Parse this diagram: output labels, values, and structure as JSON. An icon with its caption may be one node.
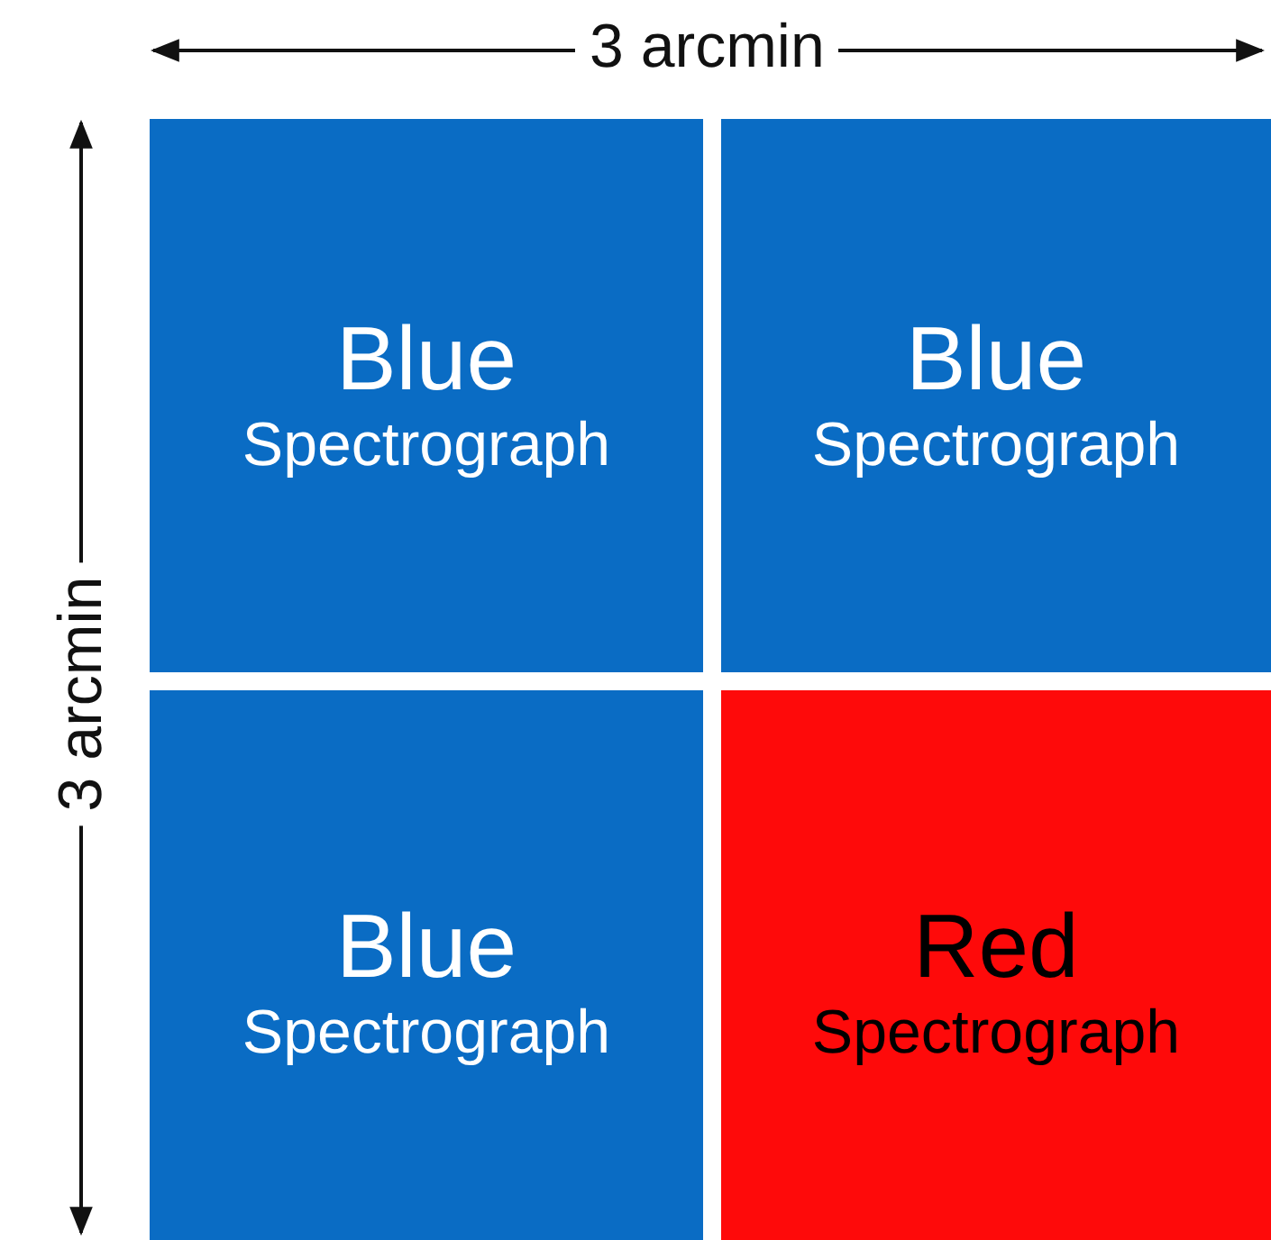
{
  "diagram": {
    "nodes": [
      {
        "text": [
          "Blue",
          "Spectrograph"
        ]
      },
      {
        "text": [
          "Blue",
          "Spectrograph"
        ]
      },
      {
        "text": [
          "Blue",
          "Spectrograph"
        ]
      },
      {
        "text": [
          "Red",
          "Spectrograph"
        ]
      }
    ],
    "labels": [
      "3 arcmin",
      "3 arcmin"
    ]
  }
}
